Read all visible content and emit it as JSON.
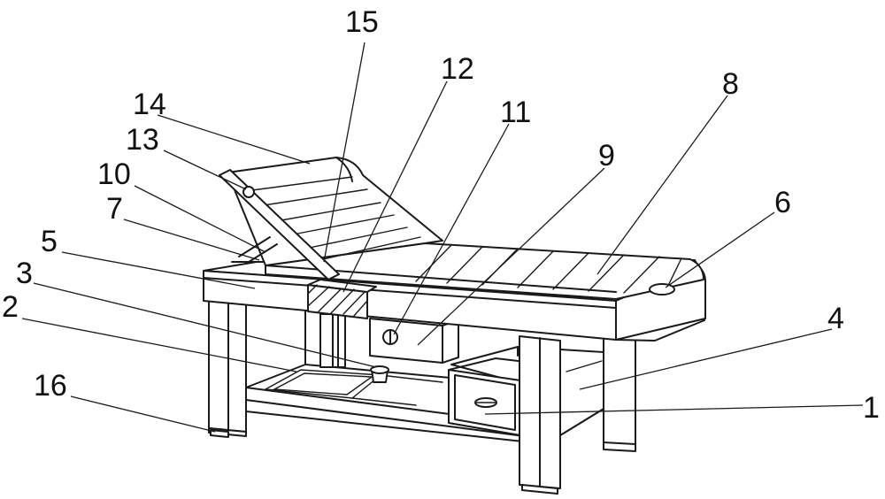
{
  "labels": [
    {
      "id": "label-15",
      "text": "15"
    },
    {
      "id": "label-12",
      "text": "12"
    },
    {
      "id": "label-11",
      "text": "11"
    },
    {
      "id": "label-8",
      "text": "8"
    },
    {
      "id": "label-14",
      "text": "14"
    },
    {
      "id": "label-9",
      "text": "9"
    },
    {
      "id": "label-13",
      "text": "13"
    },
    {
      "id": "label-10",
      "text": "10"
    },
    {
      "id": "label-6",
      "text": "6"
    },
    {
      "id": "label-7",
      "text": "7"
    },
    {
      "id": "label-5",
      "text": "5"
    },
    {
      "id": "label-3",
      "text": "3"
    },
    {
      "id": "label-4",
      "text": "4"
    },
    {
      "id": "label-2",
      "text": "2"
    },
    {
      "id": "label-16",
      "text": "16"
    },
    {
      "id": "label-1",
      "text": "1"
    }
  ]
}
